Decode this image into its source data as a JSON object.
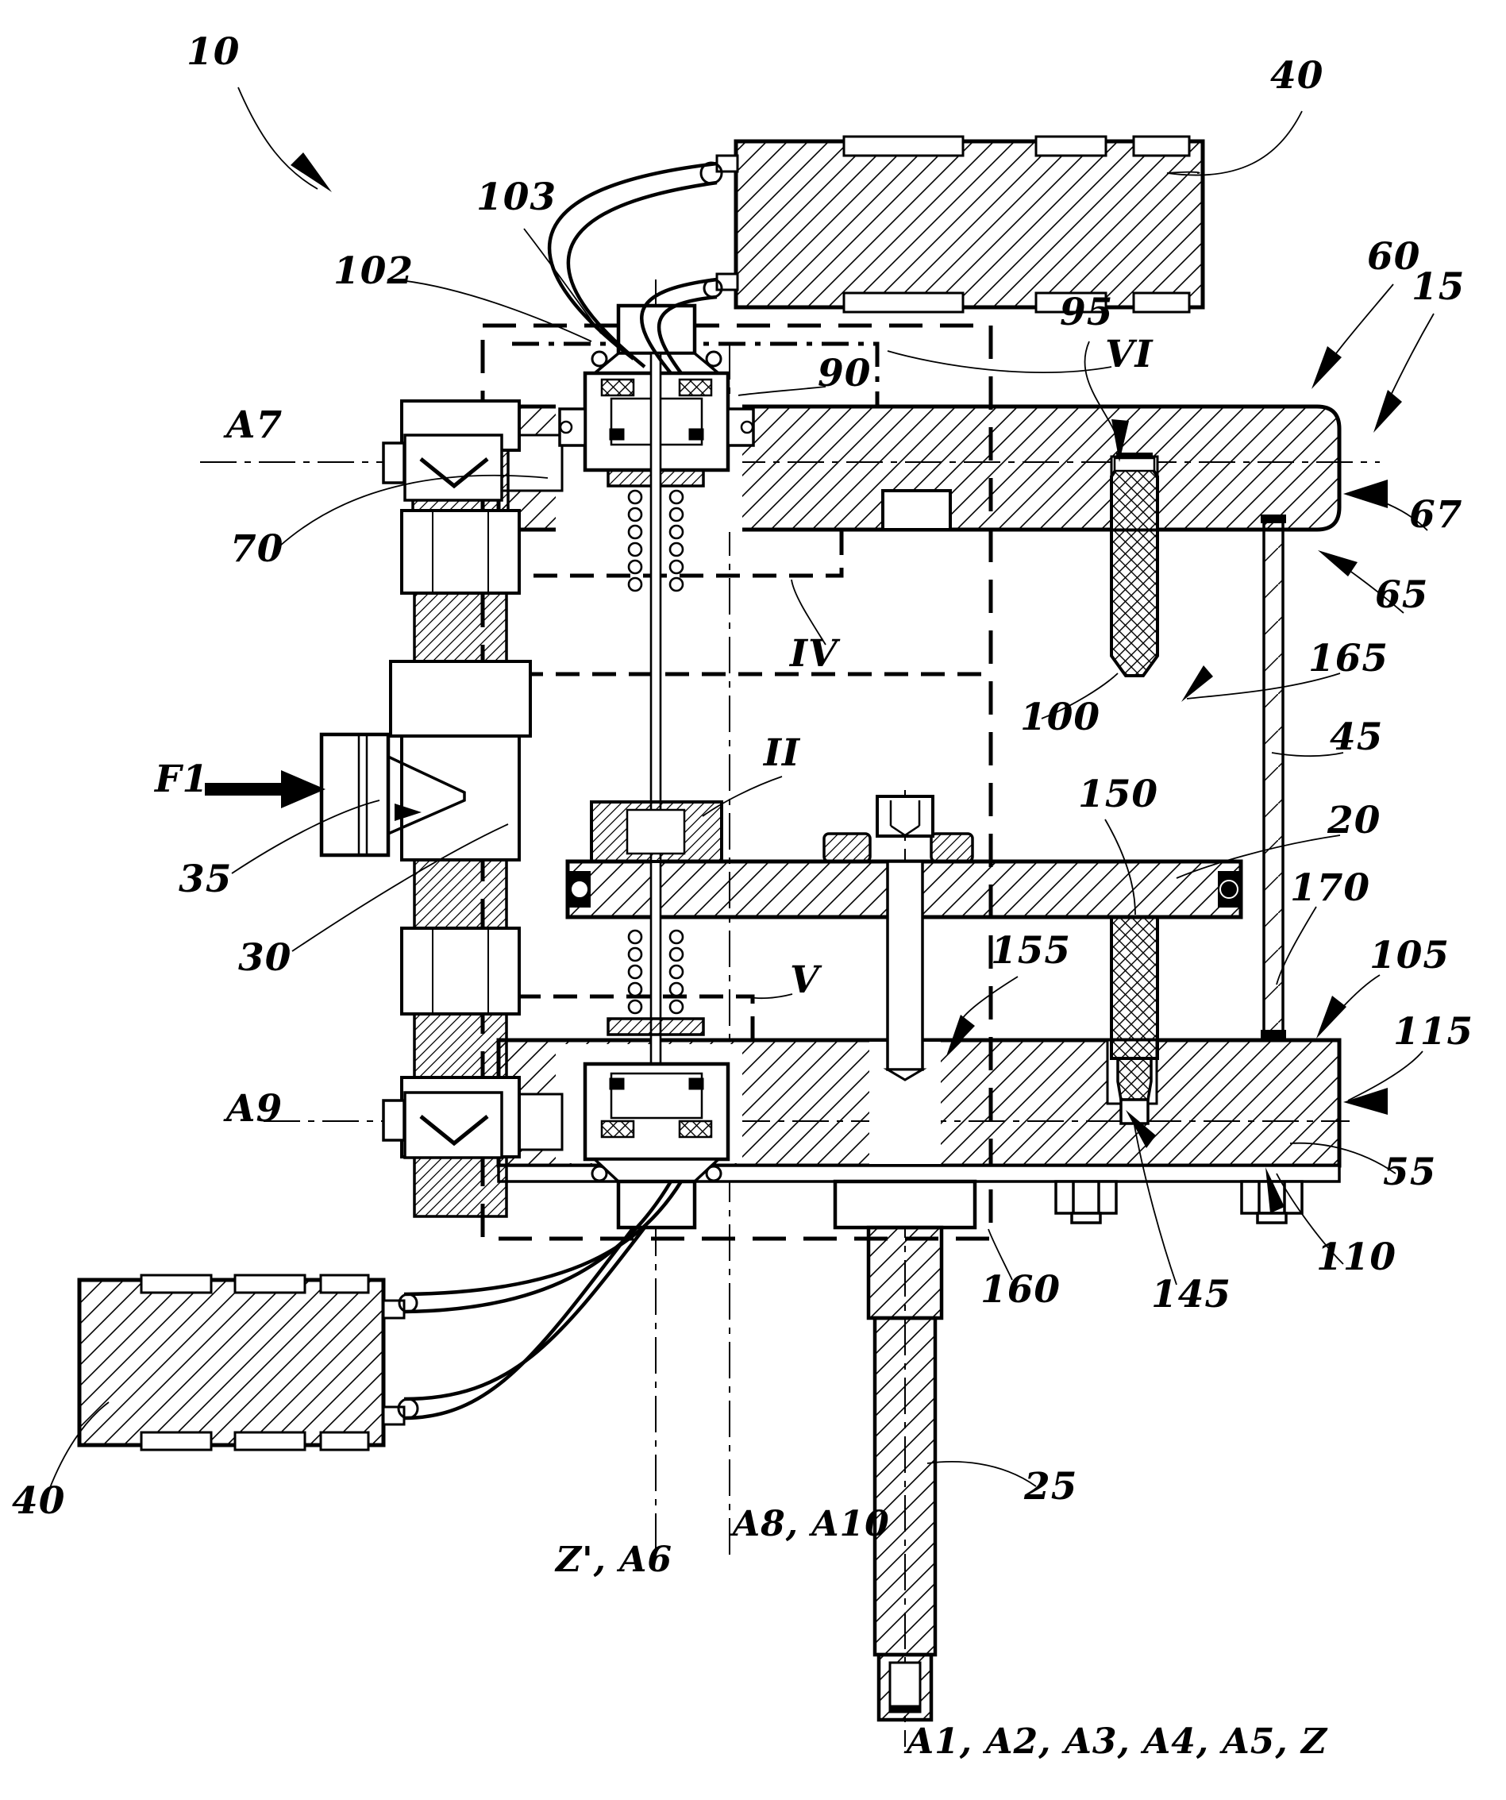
{
  "figure": {
    "kind": "patent-style mechanical cross-section drawing",
    "background": "#ffffff",
    "ink": "#000000"
  },
  "labels": {
    "ref10": "10",
    "ref40_top": "40",
    "ref103": "103",
    "ref102": "102",
    "ref90": "90",
    "refVI": "VI",
    "ref95": "95",
    "ref60": "60",
    "ref15": "15",
    "refA7": "A7",
    "ref70": "70",
    "ref67": "67",
    "ref65": "65",
    "refIV": "IV",
    "ref165": "165",
    "ref100": "100",
    "ref45": "45",
    "refII": "II",
    "refF1": "F1",
    "ref150": "150",
    "ref20": "20",
    "ref35": "35",
    "ref170": "170",
    "ref30": "30",
    "ref105": "105",
    "refV": "V",
    "ref155": "155",
    "ref115": "115",
    "refA9": "A9",
    "ref55": "55",
    "ref160": "160",
    "ref145": "145",
    "ref110": "110",
    "ref40_bottom": "40",
    "ref25": "25",
    "refA8A10": "A8, A10",
    "refZA6": "Z', A6",
    "refAxesBottom": "A1, A2, A3, A4, A5, Z"
  }
}
